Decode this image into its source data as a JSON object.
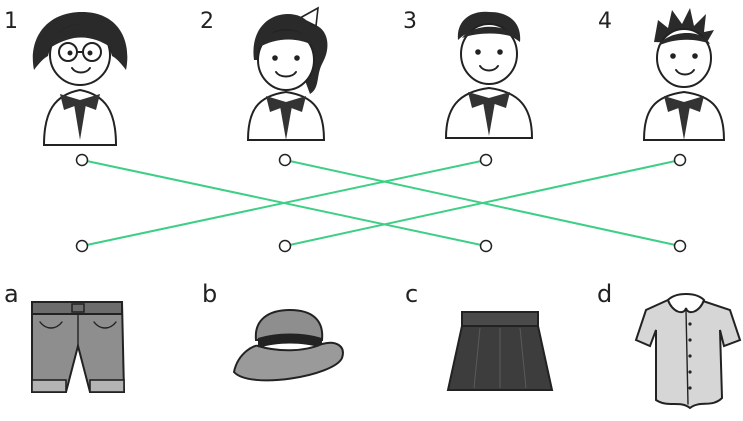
{
  "people": [
    {
      "label": "1",
      "icon": "girl-with-glasses-icon"
    },
    {
      "label": "2",
      "icon": "girl-with-ponytail-icon"
    },
    {
      "label": "3",
      "icon": "boy-icon"
    },
    {
      "label": "4",
      "icon": "boy-with-spiky-hair-icon"
    }
  ],
  "clothes": [
    {
      "label": "a",
      "icon": "shorts-icon"
    },
    {
      "label": "b",
      "icon": "hat-icon"
    },
    {
      "label": "c",
      "icon": "skirt-icon"
    },
    {
      "label": "d",
      "icon": "blouse-icon"
    }
  ],
  "matches": [
    {
      "person": "1",
      "item": "c"
    },
    {
      "person": "2",
      "item": "d"
    },
    {
      "person": "3",
      "item": "a"
    },
    {
      "person": "4",
      "item": "b"
    }
  ],
  "colors": {
    "line": "#3ecf86",
    "ink": "#222222",
    "fill_gray": "#8e8e8e",
    "fill_dark": "#3d3d3d",
    "fill_light": "#d6d6d6"
  }
}
